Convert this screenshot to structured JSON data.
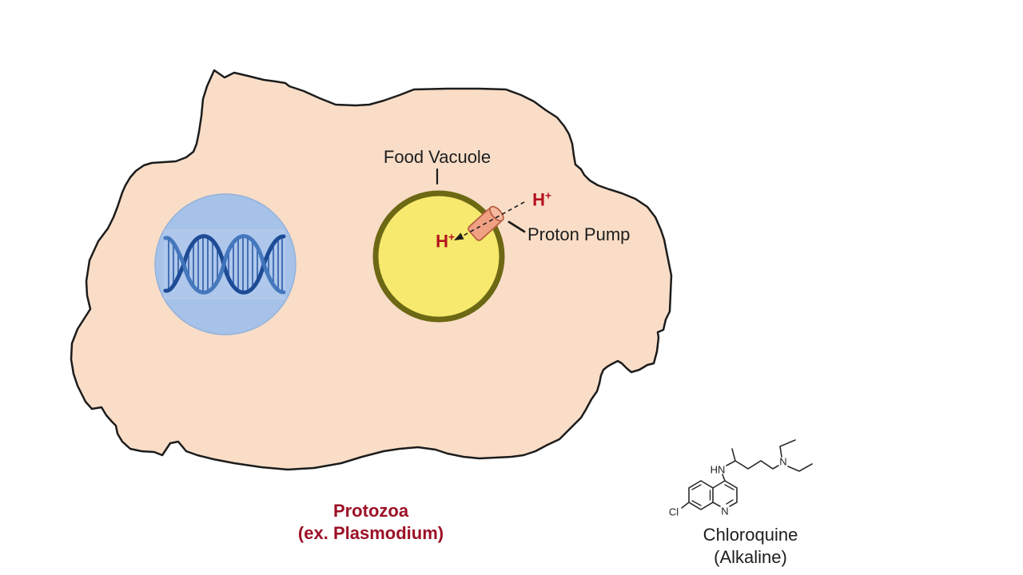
{
  "diagram_title": "Protozoa food vacuole / chloroquine mechanism diagram",
  "labels": {
    "food_vacuole": "Food Vacuole",
    "proton_pump": "Proton Pump",
    "h_ion": {
      "base": "H",
      "sup": "+"
    }
  },
  "cell_caption": {
    "line1": "Protozoa",
    "line2": "(ex. Plasmodium)"
  },
  "chem": {
    "name": "Chloroquine",
    "state": "(Alkaline)",
    "atoms": {
      "chlorine": "Cl",
      "amine_h": "HN",
      "ring_nitrogen": "N",
      "tertiary_nitrogen": "N"
    }
  },
  "colors": {
    "background": "#ffffff",
    "cell_fill": "#f9ddc7",
    "cell_outline": "#1c1c1c",
    "nucleus_fill": "#a6c2e9",
    "dna_strand_dark": "#1d4b96",
    "dna_strand_light": "#3f74bb",
    "vacuole_fill": "#f6e96d",
    "vacuole_outline": "#6d6813",
    "pump_fill": "#f0a184",
    "pump_outline": "#b96044",
    "h_ion_red": "#b5121f",
    "caption_dark_red": "#9c1026"
  }
}
